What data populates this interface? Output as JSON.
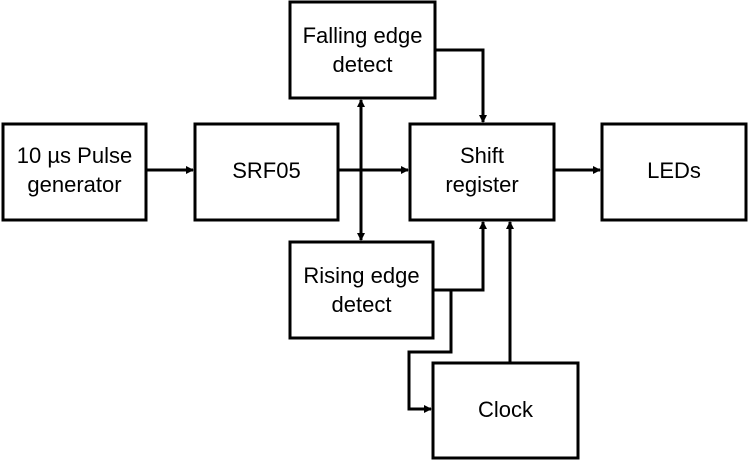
{
  "blocks": {
    "pulse_generator": {
      "line1": "10 µs Pulse",
      "line2": "generator"
    },
    "srf05": {
      "label": "SRF05"
    },
    "falling_edge": {
      "line1": "Falling edge",
      "line2": "detect"
    },
    "rising_edge": {
      "line1": "Rising edge",
      "line2": "detect"
    },
    "shift_register": {
      "line1": "Shift",
      "line2": "register"
    },
    "leds": {
      "label": "LEDs"
    },
    "clock": {
      "label": "Clock"
    }
  },
  "colors": {
    "stroke": "#000000",
    "fill": "#ffffff"
  }
}
